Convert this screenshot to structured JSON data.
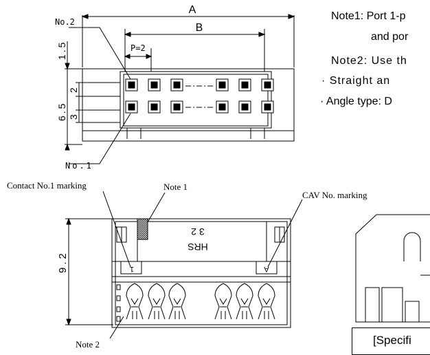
{
  "top_view": {
    "dim_a": "A",
    "dim_b": "B",
    "pitch": "P=2",
    "no2_label": "No.2",
    "no1_label": "No.1",
    "dim_1_5": "1.5",
    "dim_6_5": "6.5",
    "dim_2": "2",
    "dim_3": "3"
  },
  "notes": {
    "note1_line1": "Note1: Port 1-p",
    "note1_line2": "and por",
    "note2_line1": "Note2: Use th",
    "note2_line2": "· Straight an",
    "note2_line3": "· Angle type: D"
  },
  "front_view": {
    "contact_marking": "Contact No.1 marking",
    "note1_callout": "Note 1",
    "cav_marking": "CAV No. marking",
    "height_dim": "9.2",
    "note2_callout": "Note 2",
    "cav_mark_1": "1",
    "cav_mark_a": "A",
    "mold_text_1": "3 2",
    "mold_text_2": "HRS"
  },
  "spec_box_text": "[Specifi"
}
